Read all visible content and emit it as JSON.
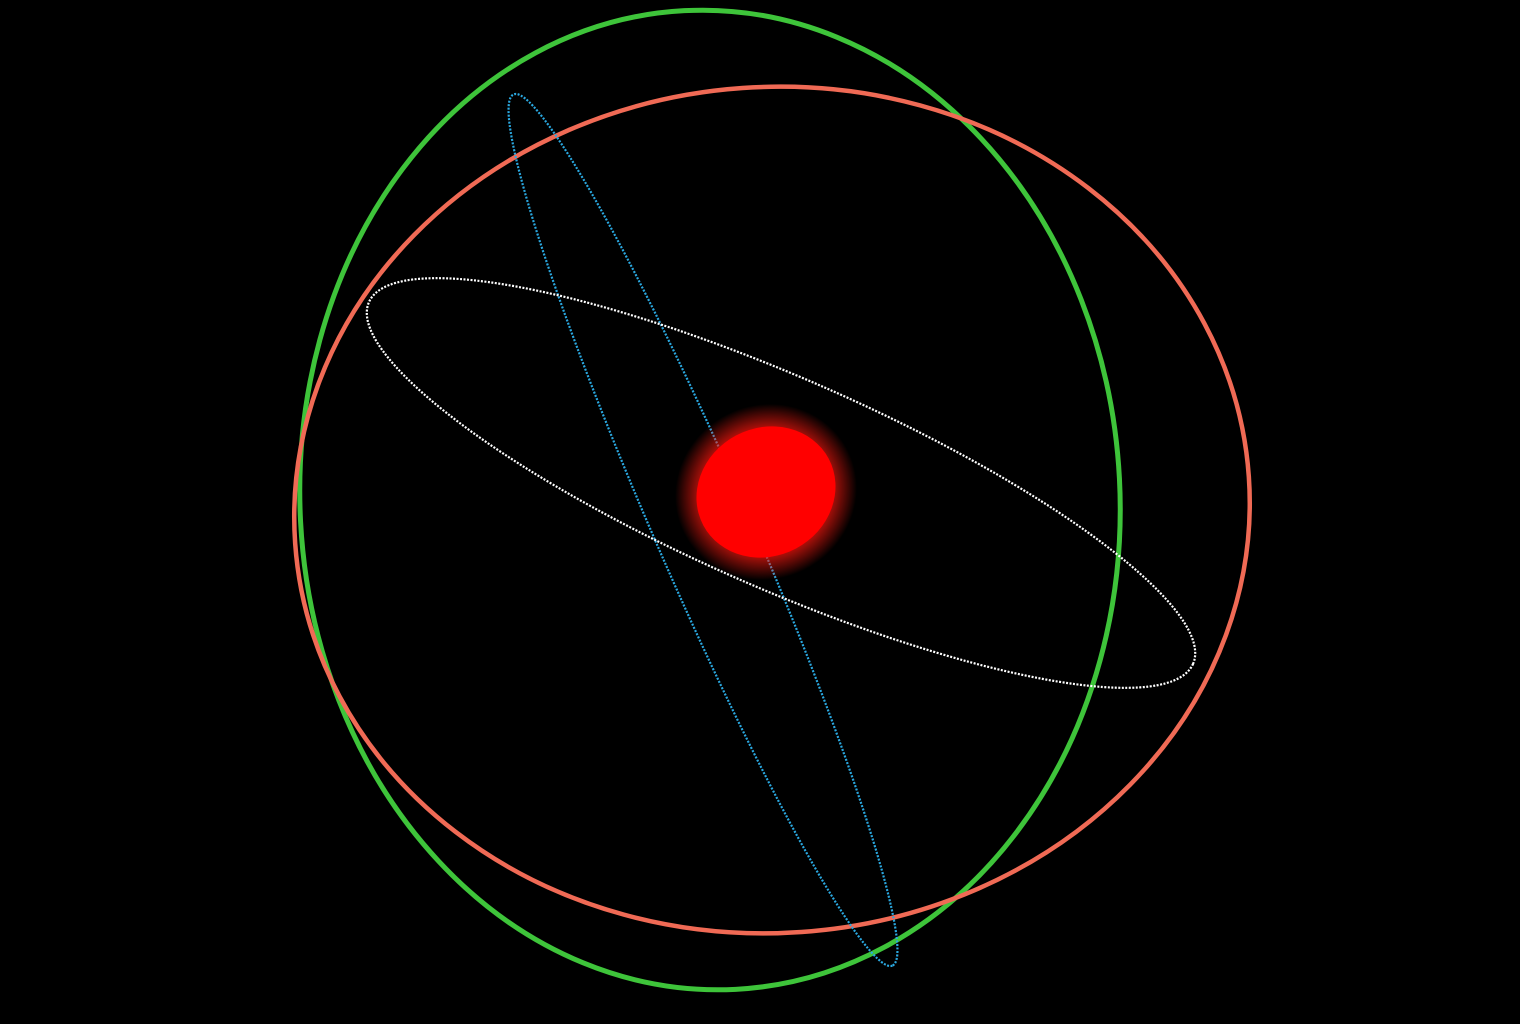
{
  "scene": {
    "background_color": "#000000",
    "nucleus": {
      "color": "#ff0000",
      "glow_color": "#ff2a1a"
    },
    "orbits": [
      {
        "name": "green-orbit",
        "color": "#3ec43a",
        "style": "solid"
      },
      {
        "name": "salmon-orbit",
        "color": "#f06a55",
        "style": "solid"
      },
      {
        "name": "blue-orbit",
        "color": "#2aa8e0",
        "style": "dotted"
      },
      {
        "name": "white-orbit",
        "color": "#ffffff",
        "style": "dotted"
      }
    ]
  }
}
